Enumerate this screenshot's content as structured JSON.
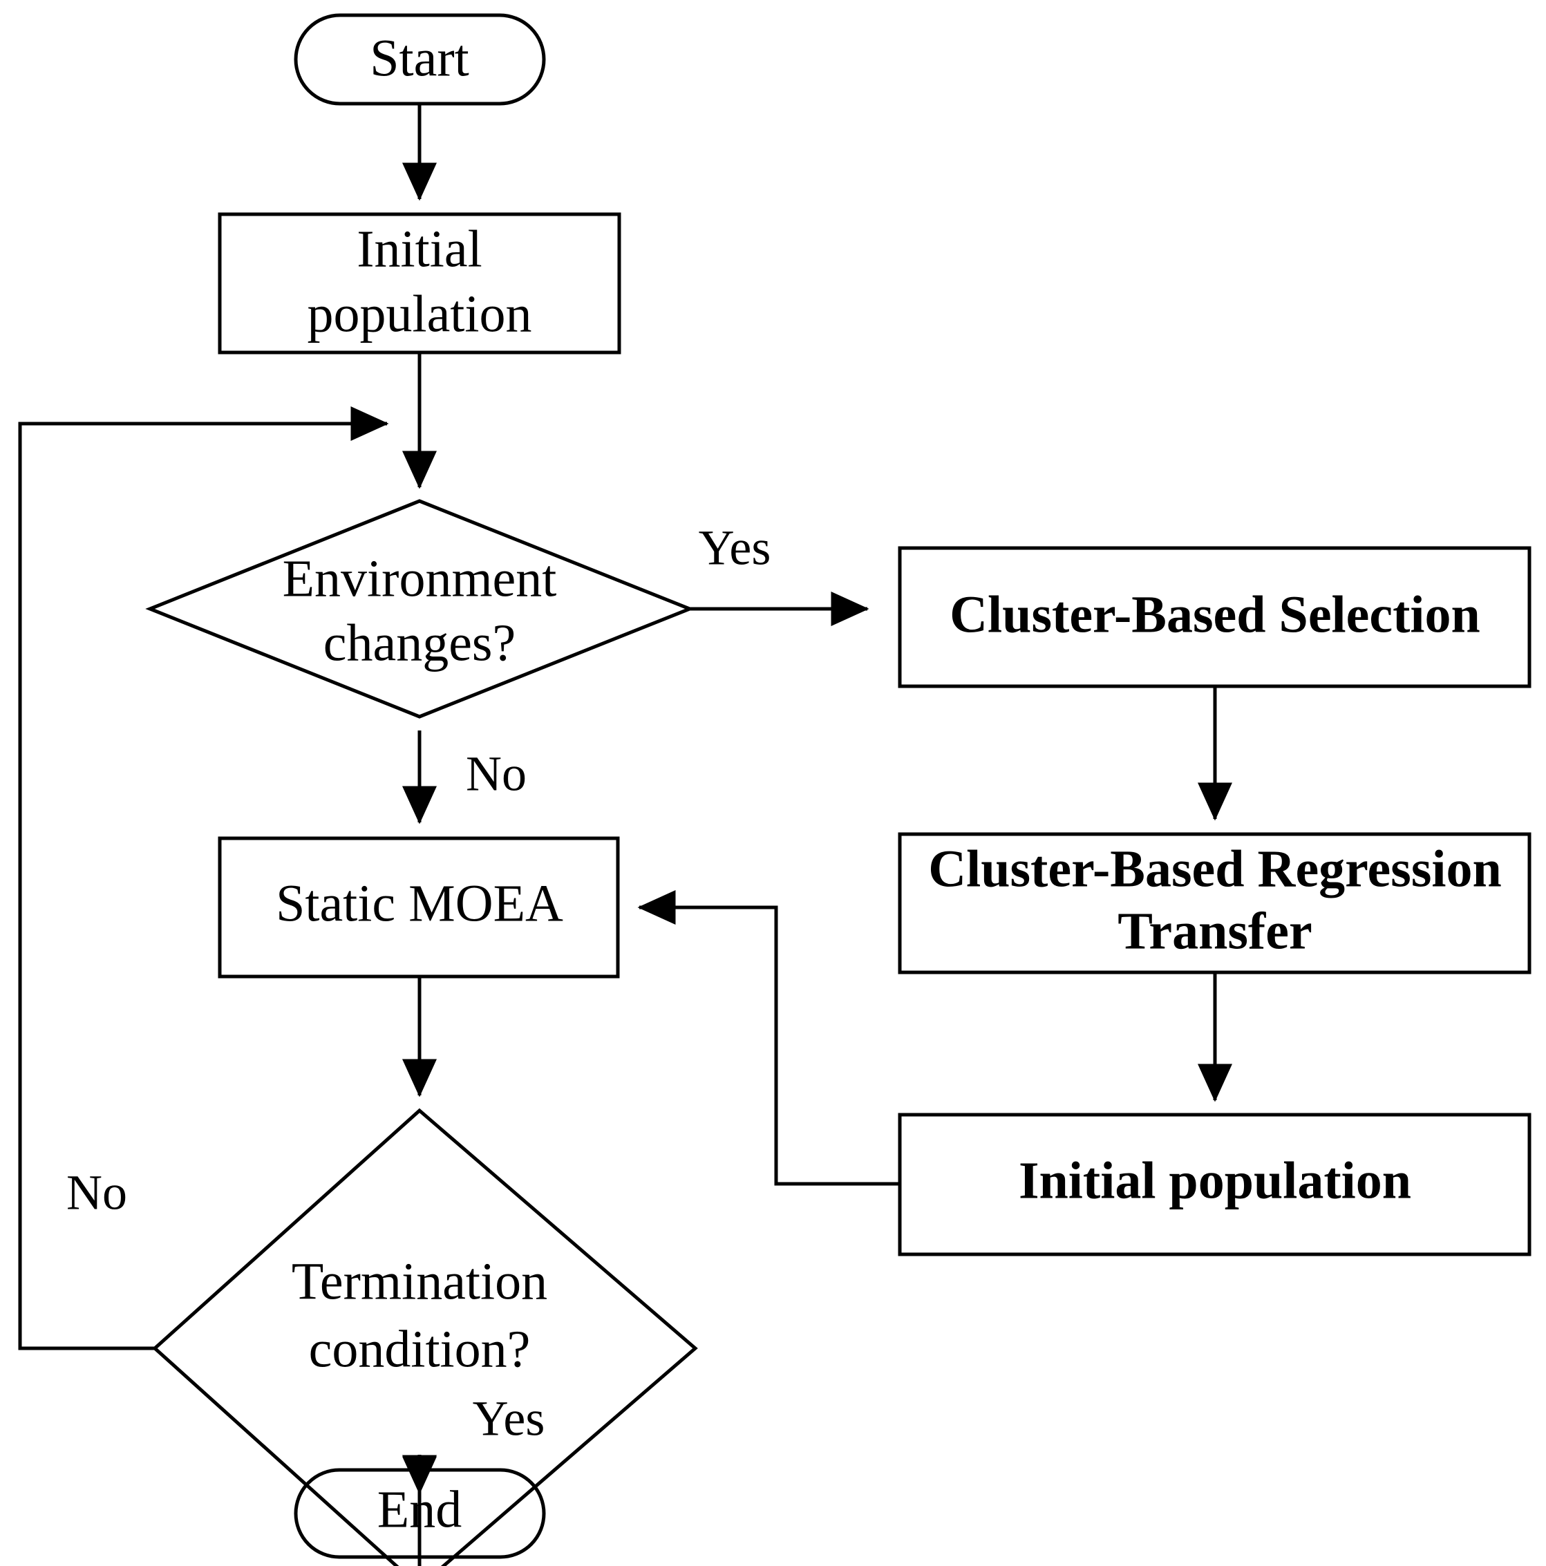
{
  "diagram": {
    "type": "flowchart",
    "title": "Dynamic multi-objective evolutionary algorithm flowchart",
    "colors": {
      "start_fill": "#9FBF63",
      "end_fill": "#8CC63E",
      "process_fill": "#FFFFFF",
      "highlight_fill": "#F0924E",
      "stroke": "#000000",
      "text": "#000000"
    },
    "nodes": [
      {
        "id": "start",
        "label": "Start",
        "shape": "stadium",
        "fill": "#9FBF63",
        "bold": false
      },
      {
        "id": "init_pop",
        "label": "Initial\npopulation",
        "shape": "rect",
        "fill": "#FFFFFF",
        "bold": false
      },
      {
        "id": "env_change",
        "label": "Environment\nchanges?",
        "shape": "diamond",
        "fill": "#FFFFFF",
        "bold": false
      },
      {
        "id": "static_moea",
        "label": "Static MOEA",
        "shape": "rect",
        "fill": "#FFFFFF",
        "bold": false
      },
      {
        "id": "termination",
        "label": "Termination\ncondition?",
        "shape": "diamond",
        "fill": "#FFFFFF",
        "bold": false
      },
      {
        "id": "end",
        "label": "End",
        "shape": "stadium",
        "fill": "#8CC63E",
        "bold": false
      },
      {
        "id": "cbs",
        "label": "Cluster-Based Selection",
        "shape": "rect",
        "fill": "#F0924E",
        "bold": true
      },
      {
        "id": "cbrt",
        "label": "Cluster-Based Regression\nTransfer",
        "shape": "rect",
        "fill": "#F0924E",
        "bold": true
      },
      {
        "id": "init_pop2",
        "label": "Initial population",
        "shape": "rect",
        "fill": "#F0924E",
        "bold": true
      }
    ],
    "node_labels": {
      "start": "Start",
      "init_pop_line1": "Initial",
      "init_pop_line2": "population",
      "env_change_line1": "Environment",
      "env_change_line2": "changes?",
      "static_moea": "Static MOEA",
      "termination_line1": "Termination",
      "termination_line2": "condition?",
      "end": "End",
      "cbs": "Cluster-Based Selection",
      "cbrt_line1": "Cluster-Based Regression",
      "cbrt_line2": "Transfer",
      "init_pop2": "Initial population"
    },
    "edges": [
      {
        "from": "start",
        "to": "init_pop",
        "label": ""
      },
      {
        "from": "init_pop",
        "to": "env_change",
        "label": ""
      },
      {
        "from": "env_change",
        "to": "cbs",
        "label": "Yes"
      },
      {
        "from": "env_change",
        "to": "static_moea",
        "label": "No"
      },
      {
        "from": "cbs",
        "to": "cbrt",
        "label": ""
      },
      {
        "from": "cbrt",
        "to": "init_pop2",
        "label": ""
      },
      {
        "from": "init_pop2",
        "to": "static_moea",
        "label": ""
      },
      {
        "from": "static_moea",
        "to": "termination",
        "label": ""
      },
      {
        "from": "termination",
        "to": "end",
        "label": "Yes"
      },
      {
        "from": "termination",
        "to": "env_change",
        "label": "No"
      }
    ],
    "edge_labels": {
      "yes_env": "Yes",
      "no_env": "No",
      "no_term": "No",
      "yes_term": "Yes"
    }
  }
}
